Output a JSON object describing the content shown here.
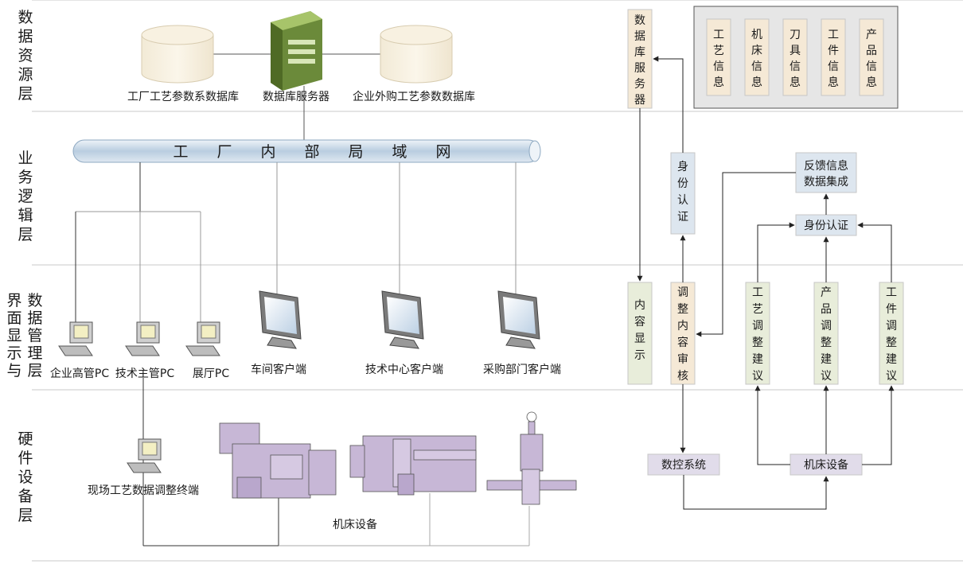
{
  "layers": [
    {
      "id": "data-resource",
      "label": "数据资源层"
    },
    {
      "id": "business-logic",
      "label": "业务逻辑层"
    },
    {
      "id": "ui-display",
      "label_left": "界面显示与",
      "label_right": "数据管理层"
    },
    {
      "id": "hardware",
      "label": "硬件设备层"
    }
  ],
  "left": {
    "db_factory": "工厂工艺参数系数据库",
    "db_server": "数据库服务器",
    "db_external": "企业外购工艺参数数据库",
    "lan": [
      "工",
      "厂",
      "内",
      "部",
      "局",
      "域",
      "网"
    ],
    "pc_exec": "企业高管PC",
    "pc_tech": "技术主管PC",
    "pc_hall": "展厅PC",
    "client_workshop": "车间客户端",
    "client_techcenter": "技术中心客户端",
    "client_purchase": "采购部门客户端",
    "field_terminal": "现场工艺数据调整终端",
    "machines": "机床设备"
  },
  "right": {
    "db_server_box": "数据库服务器",
    "info_items": [
      "工艺信息",
      "机床信息",
      "刀具信息",
      "工件信息",
      "产品信息"
    ],
    "auth_vertical": "身份认证",
    "feedback": [
      "反馈信息",
      "数据集成"
    ],
    "auth_horizontal": "身份认证",
    "content_display": "内容显示",
    "adjust_review": "调整内容审核",
    "sugg_process": "工艺调整建议",
    "sugg_product": "产品调整建议",
    "sugg_workpiece": "工件调整建议",
    "cnc": "数控系统",
    "machine": "机床设备"
  },
  "colors": {
    "beige_box": "#f5e9d6",
    "green_box": "#e8edda",
    "blue_box": "#dde6ef",
    "machine_fill": "#c7b7d6",
    "panel_fill": "#e6e6e6"
  }
}
